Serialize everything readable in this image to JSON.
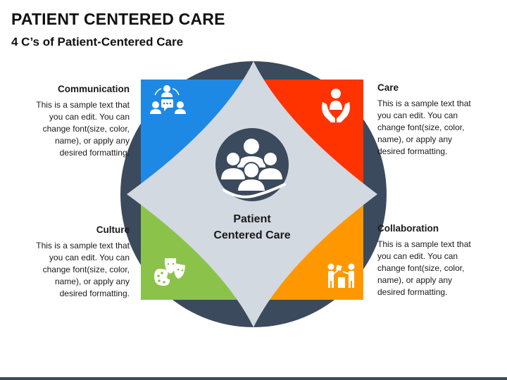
{
  "title": "PATIENT CENTERED CARE",
  "subtitle": "4 C’s of Patient-Centered Care",
  "center": {
    "line1": "Patient",
    "line2": "Centered Care",
    "icon": "patient-group-hand-icon"
  },
  "items": [
    {
      "id": "communication",
      "heading": "Communication",
      "lines": [
        "This is a sample text that",
        "you can edit. You can",
        "change font(size, color,",
        "name), or apply any",
        "desired formatting."
      ],
      "color": "#1E88E5",
      "icon": "communication-people-icon"
    },
    {
      "id": "care",
      "heading": "Care",
      "lines": [
        "This is a sample text that",
        "you can edit. You can",
        "change font(size, color,",
        "name), or apply any",
        "desired formatting."
      ],
      "color": "#FF3300",
      "icon": "caring-hands-person-icon"
    },
    {
      "id": "culture",
      "heading": "Culture",
      "lines": [
        "This is a sample text that",
        "you can edit. You can",
        "change font(size, color,",
        "name), or apply any",
        "desired formatting."
      ],
      "color": "#8BC34A",
      "icon": "theatre-masks-palette-icon"
    },
    {
      "id": "collaboration",
      "heading": "Collaboration",
      "lines": [
        "This is a sample text that",
        "you can edit. You can",
        "change font(size, color,",
        "name), or apply any",
        "desired formatting."
      ],
      "color": "#FF9800",
      "icon": "collaboration-people-icon"
    }
  ],
  "colors": {
    "hub": "#D3D9E1",
    "ring": "#3B4A5C",
    "icon": "#FFFFFF"
  }
}
